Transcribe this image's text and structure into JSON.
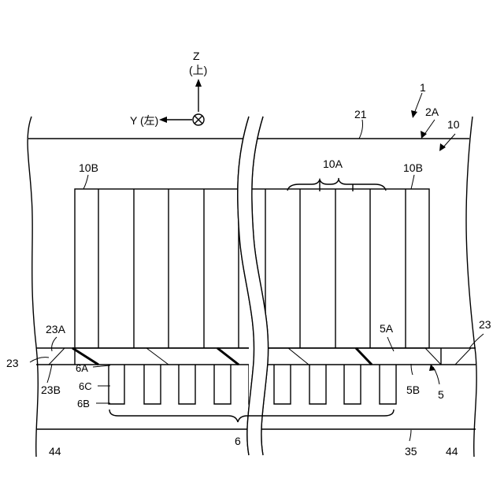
{
  "axes": {
    "z": "Z",
    "z_sub": "(上)",
    "y": "Y (左)"
  },
  "labels": {
    "l1": "1",
    "l2A": "2A",
    "l10": "10",
    "l21": "21",
    "l10A": "10A",
    "l10B_left": "10B",
    "l10B_right": "10B",
    "l23A": "23A",
    "l23_left": "23",
    "l23_right": "23",
    "l23B": "23B",
    "l6A": "6A",
    "l6C": "6C",
    "l6B": "6B",
    "l5A": "5A",
    "l5B": "5B",
    "l5": "5",
    "l6": "6",
    "l35": "35",
    "l44_left": "44",
    "l44_right": "44"
  }
}
